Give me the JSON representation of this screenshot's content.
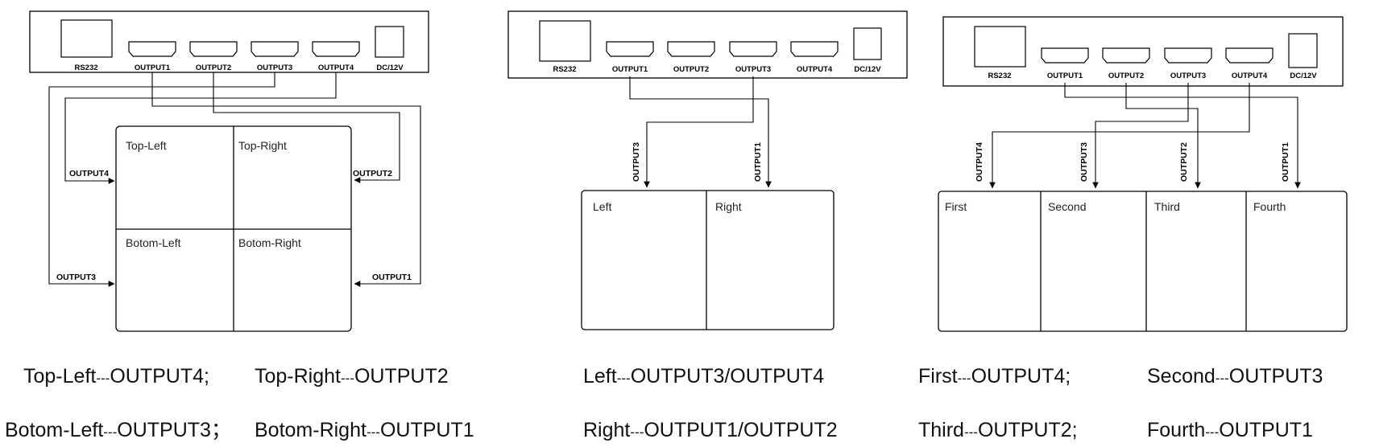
{
  "diagrams": {
    "quad": {
      "ports": [
        "RS232",
        "OUTPUT1",
        "OUTPUT2",
        "OUTPUT3",
        "OUTPUT4",
        "DC/12V"
      ],
      "cells": [
        "Top-Left",
        "Top-Right",
        "Botom-Left",
        "Botom-Right"
      ],
      "wire_labels": {
        "tl": "OUTPUT4",
        "tr": "OUTPUT2",
        "bl": "OUTPUT3",
        "br": "OUTPUT1"
      },
      "caption": {
        "line1": [
          "Top-Left",
          "---",
          "OUTPUT4;",
          "Top-Right",
          "---",
          "OUTPUT2"
        ],
        "line2": [
          "Botom-Left",
          "---",
          "OUTPUT3；",
          "Botom-Right",
          "---",
          "OUTPUT1"
        ]
      }
    },
    "dual": {
      "ports": [
        "RS232",
        "OUTPUT1",
        "OUTPUT2",
        "OUTPUT3",
        "OUTPUT4",
        "DC/12V"
      ],
      "cells": [
        "Left",
        "Right"
      ],
      "wire_labels": {
        "left": "OUTPUT3",
        "right": "OUTPUT1"
      },
      "caption": {
        "line1": [
          "Left",
          "---",
          "OUTPUT3/OUTPUT4"
        ],
        "line2": [
          "Right",
          "---",
          "OUTPUT1/OUTPUT2"
        ]
      }
    },
    "four": {
      "ports": [
        "RS232",
        "OUTPUT1",
        "OUTPUT2",
        "OUTPUT3",
        "OUTPUT4",
        "DC/12V"
      ],
      "cells": [
        "First",
        "Second",
        "Third",
        "Fourth"
      ],
      "wire_labels": {
        "first": "OUTPUT4",
        "second": "OUTPUT3",
        "third": "OUTPUT2",
        "fourth": "OUTPUT1"
      },
      "caption": {
        "line1": [
          "First",
          "---",
          "OUTPUT4;",
          "Second",
          "---",
          "OUTPUT3"
        ],
        "line2": [
          "Third",
          "---",
          "OUTPUT2;",
          "Fourth",
          "---",
          "OUTPUT1"
        ]
      }
    }
  }
}
